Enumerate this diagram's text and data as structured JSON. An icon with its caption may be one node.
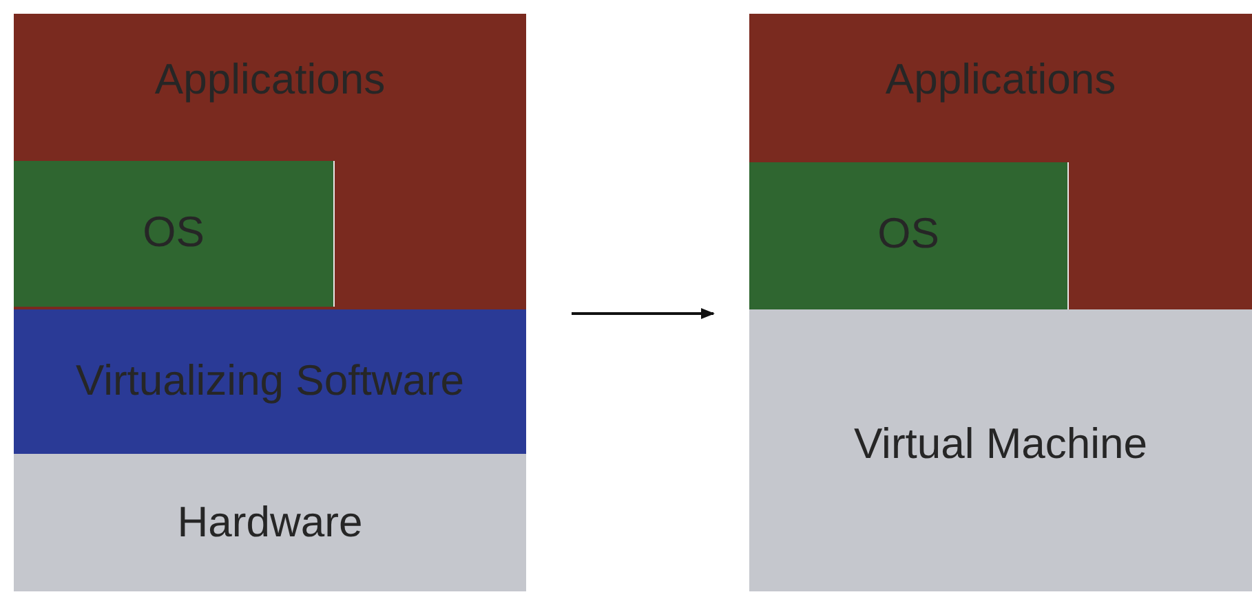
{
  "diagram": {
    "nodes": [
      {
        "text": [
          "Applications"
        ]
      },
      {
        "text": [
          "OS"
        ],
        "in": 0
      },
      {
        "text": [
          "Virtualizing Software"
        ]
      },
      {
        "text": [
          "Hardware"
        ]
      },
      {
        "text": [
          "Applications"
        ]
      },
      {
        "text": [
          "OS"
        ],
        "in": 4
      },
      {
        "text": [
          "Virtual Machine"
        ]
      }
    ],
    "edges": [
      {
        "from": 2,
        "to": 6,
        "arrow": "to"
      }
    ]
  }
}
